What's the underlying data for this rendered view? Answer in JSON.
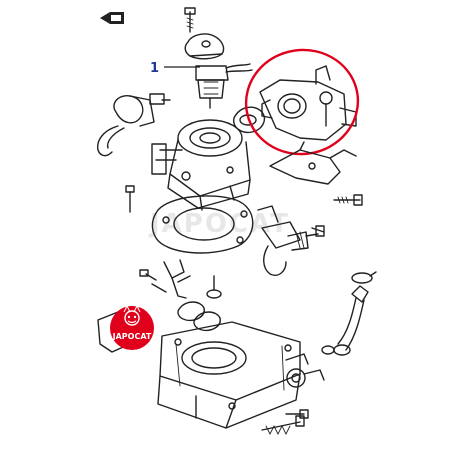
{
  "diagram": {
    "callout_label": "1",
    "colors": {
      "line": "#222222",
      "callout": "#1f3a93",
      "highlight": "#e0001b",
      "watermark": "#c9c9c9",
      "logo_bg": "#e0001b",
      "logo_text": "#ffffff"
    }
  },
  "logo": {
    "text": "JAPOCAT",
    "icon": "mascot-icon"
  },
  "watermark": {
    "text": "JAPOCAT"
  }
}
